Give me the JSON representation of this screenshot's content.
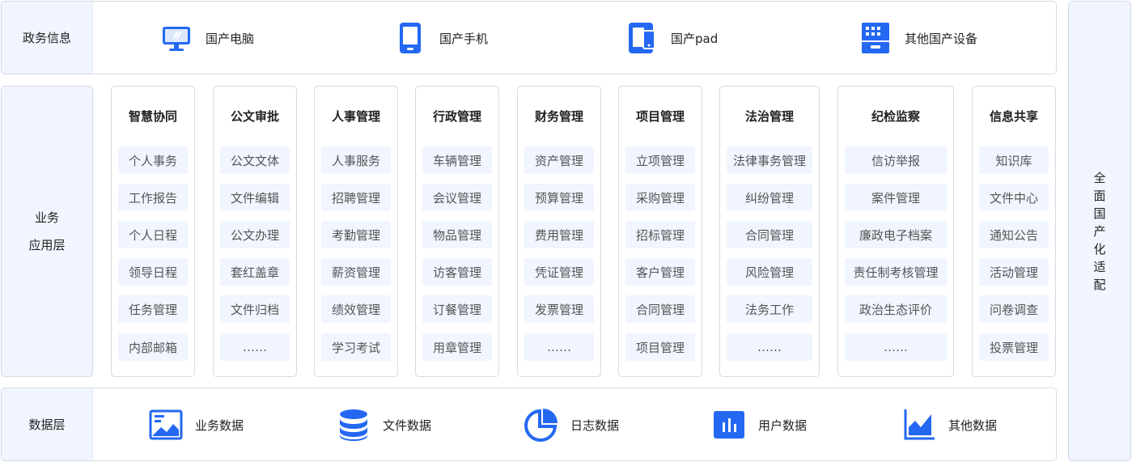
{
  "layers": {
    "top": {
      "label": "政务信息",
      "devices": [
        {
          "label": "国产电脑",
          "icon": "computer-icon"
        },
        {
          "label": "国产手机",
          "icon": "phone-icon"
        },
        {
          "label": "国产pad",
          "icon": "tablet-icon"
        },
        {
          "label": "其他国产设备",
          "icon": "device-icon"
        }
      ]
    },
    "app": {
      "label_line1": "业务",
      "label_line2": "应用层",
      "columns": [
        {
          "title": "智慧协同",
          "items": [
            "个人事务",
            "工作报告",
            "个人日程",
            "领导日程",
            "任务管理",
            "内部邮箱"
          ]
        },
        {
          "title": "公文审批",
          "items": [
            "公文文体",
            "文件编辑",
            "公文办理",
            "套红盖章",
            "文件归档",
            "……"
          ]
        },
        {
          "title": "人事管理",
          "items": [
            "人事服务",
            "招聘管理",
            "考勤管理",
            "薪资管理",
            "绩效管理",
            "学习考试"
          ]
        },
        {
          "title": "行政管理",
          "items": [
            "车辆管理",
            "会议管理",
            "物品管理",
            "访客管理",
            "订餐管理",
            "用章管理"
          ]
        },
        {
          "title": "财务管理",
          "items": [
            "资产管理",
            "预算管理",
            "费用管理",
            "凭证管理",
            "发票管理",
            "……"
          ]
        },
        {
          "title": "项目管理",
          "items": [
            "立项管理",
            "采购管理",
            "招标管理",
            "客户管理",
            "合同管理",
            "项目管理"
          ]
        },
        {
          "title": "法治管理",
          "items": [
            "法律事务管理",
            "纠纷管理",
            "合同管理",
            "风险管理",
            "法务工作",
            "……"
          ]
        },
        {
          "title": "纪检监察",
          "items": [
            "信访举报",
            "案件管理",
            "廉政电子档案",
            "责任制考核管理",
            "政治生态评价",
            "……"
          ]
        },
        {
          "title": "信息共享",
          "items": [
            "知识库",
            "文件中心",
            "通知公告",
            "活动管理",
            "问卷调查",
            "投票管理"
          ]
        }
      ]
    },
    "data": {
      "label": "数据层",
      "items": [
        {
          "label": "业务数据",
          "icon": "image-chart-icon"
        },
        {
          "label": "文件数据",
          "icon": "database-icon"
        },
        {
          "label": "日志数据",
          "icon": "pie-chart-icon"
        },
        {
          "label": "用户数据",
          "icon": "bar-chart-icon"
        },
        {
          "label": "其他数据",
          "icon": "area-chart-icon"
        }
      ]
    },
    "side": {
      "label": "全面国产化适配"
    }
  },
  "colors": {
    "accent": "#2468f2",
    "label_bg": "#f0f5ff",
    "border": "#d3dae6"
  }
}
